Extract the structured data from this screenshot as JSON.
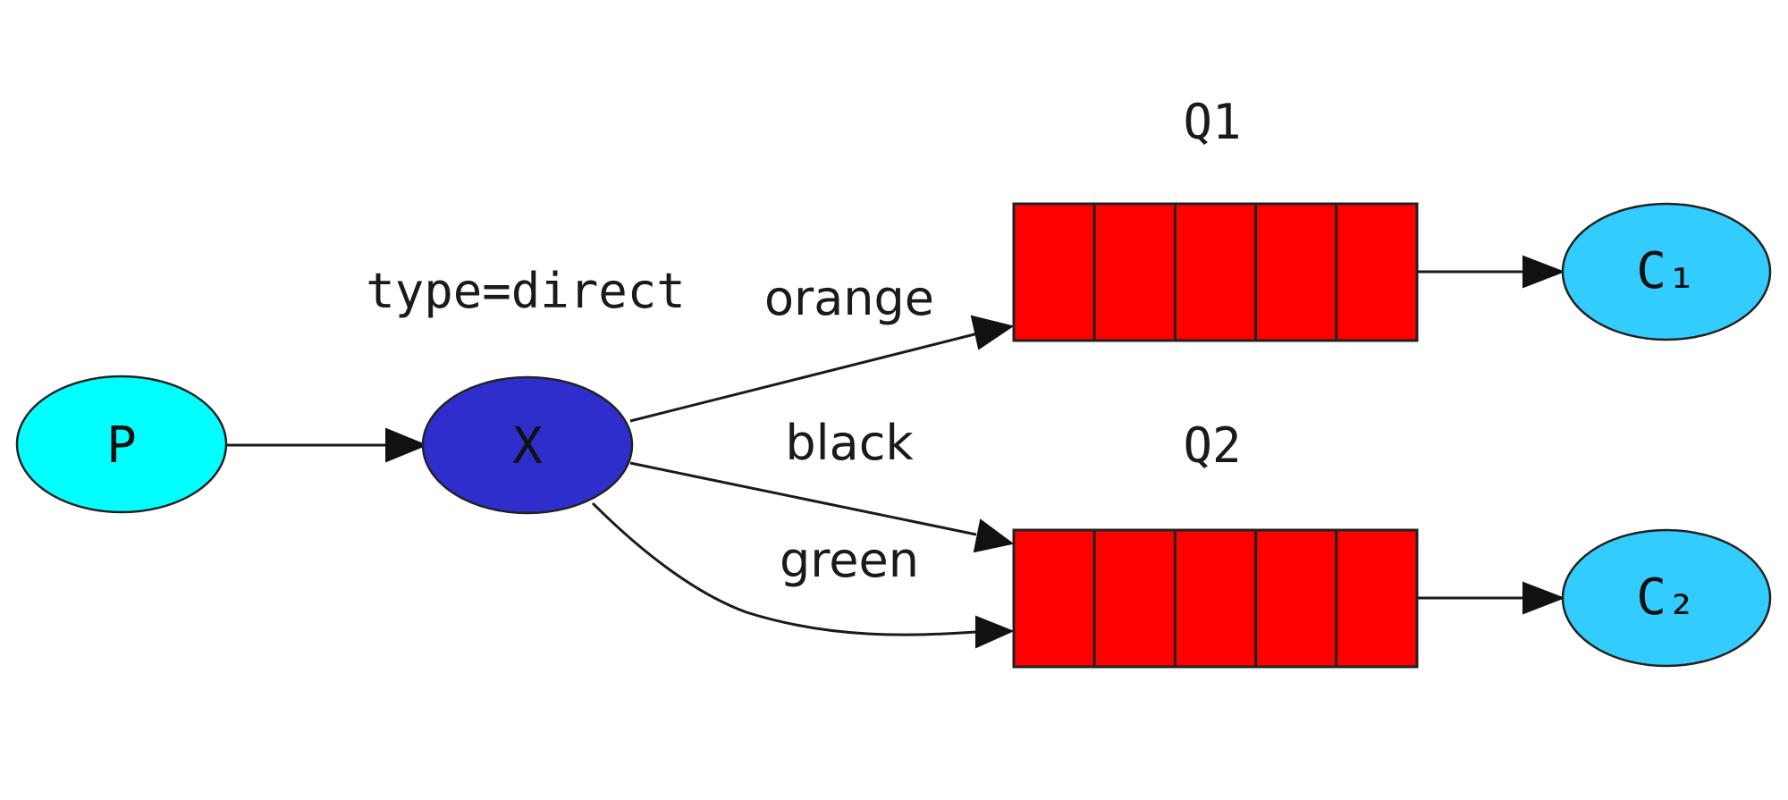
{
  "exchange": {
    "label": "X",
    "type_label": "type=direct",
    "color": "#2e2ecc"
  },
  "producer": {
    "label": "P",
    "color": "#00ffff"
  },
  "queues": [
    {
      "name": "Q1",
      "cell_count": 5,
      "color": "#ff0000"
    },
    {
      "name": "Q2",
      "cell_count": 5,
      "color": "#ff0000"
    }
  ],
  "consumers": [
    {
      "label": "C₁",
      "color": "#33ccff"
    },
    {
      "label": "C₂",
      "color": "#33ccff"
    }
  ],
  "bindings": [
    {
      "routing_key": "orange",
      "queue": "Q1"
    },
    {
      "routing_key": "black",
      "queue": "Q2"
    },
    {
      "routing_key": "green",
      "queue": "Q2"
    }
  ]
}
